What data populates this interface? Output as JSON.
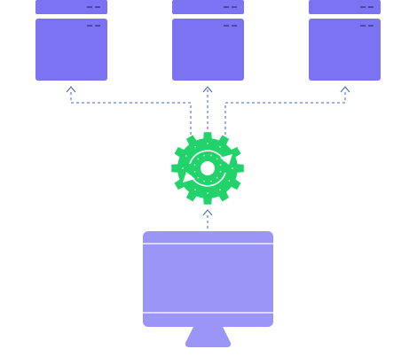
{
  "diagram": {
    "servers": [
      {
        "id": "server-left"
      },
      {
        "id": "server-middle"
      },
      {
        "id": "server-right"
      }
    ],
    "hub": {
      "icon": "sync-gear-icon"
    },
    "client": {
      "icon": "desktop-monitor-icon"
    },
    "colors": {
      "server": "#7b73f2",
      "server_dash": "#2f2a7a",
      "connector": "#3a63c9",
      "gear": "#22d36b",
      "gear_dot": "#bff5d3",
      "gear_arrow": "#ffffff",
      "monitor": "#9b95f7",
      "monitor_line": "#ffffff"
    }
  }
}
